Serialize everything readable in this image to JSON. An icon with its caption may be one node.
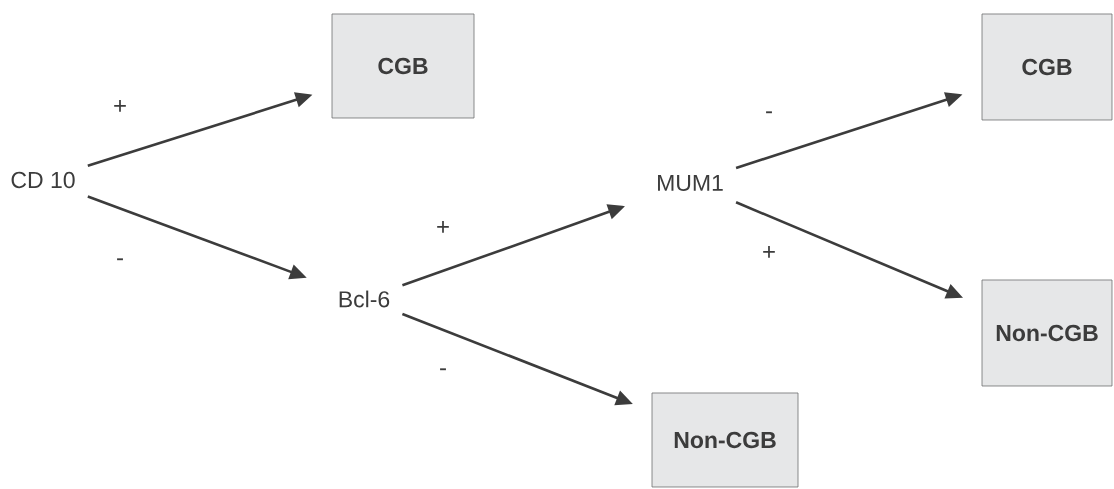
{
  "diagram": {
    "nodes": [
      {
        "text": [
          "CD 10"
        ]
      },
      {
        "text": [
          "CGB"
        ]
      },
      {
        "text": [
          "Bcl-6"
        ]
      },
      {
        "text": [
          "MUM1"
        ]
      },
      {
        "text": [
          "Non-CGB"
        ]
      },
      {
        "text": [
          "CGB"
        ]
      },
      {
        "text": [
          "Non-CGB"
        ]
      }
    ],
    "edges": [
      {
        "from": 0,
        "to": 1,
        "arrow": "to",
        "label": "+"
      },
      {
        "from": 0,
        "to": 2,
        "arrow": "to",
        "label": "-"
      },
      {
        "from": 2,
        "to": 3,
        "arrow": "to",
        "label": "+"
      },
      {
        "from": 2,
        "to": 4,
        "arrow": "to",
        "label": "-"
      },
      {
        "from": 3,
        "to": 5,
        "arrow": "to",
        "label": "-"
      },
      {
        "from": 3,
        "to": 6,
        "arrow": "to",
        "label": "+"
      }
    ]
  }
}
